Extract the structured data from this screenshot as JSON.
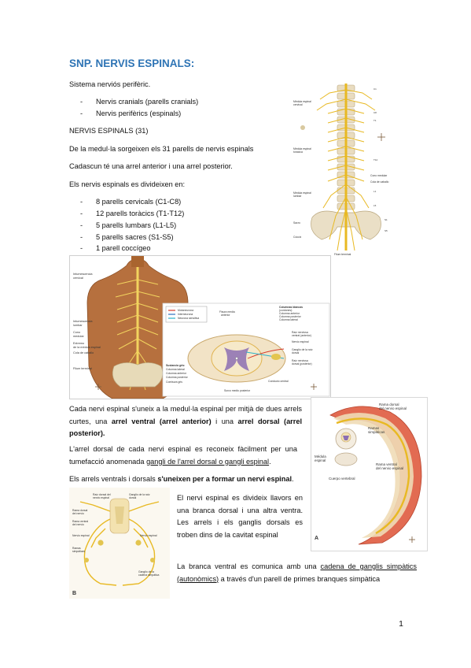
{
  "title": "SNP. NERVIS ESPINALS:",
  "intro": "Sistema nerviós perifèric.",
  "system_list": [
    "Nervis cranials (parells cranials)",
    "Nervis perifèrics (espinals)"
  ],
  "heading_espinals": "NERVIS ESPINALS (31)",
  "para1": "De la medul·la sorgeixen els 31 parells de nervis espinals",
  "para2": "Cadascun té una arrel anterior i una arrel posterior.",
  "para3": "Els nervis espinals es divideixen en:",
  "pairs_list": [
    "8 parells cervicals (C1-C8)",
    "12 parells toràcics (T1-T12)",
    "5 parells lumbars (L1-L5)",
    "5 parells sacres (S1-S5)",
    "1 parell coccígeo"
  ],
  "para4": {
    "t1": "Cada nervi espinal s'uneix a la medul·la espinal per mitjà de dues arrels curtes, una ",
    "b1": "arrel ventral (arrel anterior)",
    "t2": " i una ",
    "b2": "arrel dorsal (arrel posterior).",
    "t3": ""
  },
  "para5": {
    "t1": "L'arrel dorsal de cada nervi espinal es reconeix fàcilment per una tumefacció anomenada ",
    "u1": "gangli de l'arrel dorsal o gangli espinal",
    "t2": "."
  },
  "para6": {
    "t1": "Els arrels ventrals i dorsals ",
    "b1": "s'uneixen per a formar un nervi espinal",
    "t2": "."
  },
  "para7": "El nervi espinal es divideix llavors en una branca dorsal i una altra ventra. Les arrels i els ganglis dorsals es troben dins de la cavitat espinal",
  "para8": {
    "t1": "La branca ventral es comunica amb una ",
    "u1": "cadena de ganglis simpàtics (autonòmics)",
    "t2": " a través d'un parell de primes branques simpàtica"
  },
  "fig_spine": {
    "labels_left": [
      "Médula espinal cervical",
      "Médula espinal torácica",
      "Cono medular",
      "Cola de caballo",
      "Médula espinal lumbar",
      "Sacro",
      "Cóccix"
    ],
    "bottom_label": "Filum terminal"
  },
  "fig_back": {
    "labels_left": [
      "Intumescencia cervical",
      "Intumescencia lumbar",
      "Cono medular",
      "Extremo de la médula espinal",
      "Cola de caballo",
      "Filum terminal"
    ],
    "legend": [
      "Motoneurona",
      "Interneurona",
      "Neurona sensitiva"
    ],
    "labels_section": [
      "Fisura media anterior",
      "Columnas blancas (cordones)",
      "Columna anterior",
      "Columna posterior",
      "Columna lateral",
      "Raíz nerviosa ventral (anterior)",
      "Nervio espinal",
      "Ganglio de la raíz dorsal",
      "Raíz nerviosa dorsal",
      "Sustancia gris:",
      "Columna lateral",
      "Columna anterior",
      "Columna posterior",
      "Comisura gris",
      "Conducto central",
      "Surco medio posterior"
    ]
  },
  "fig_ring": {
    "labels": [
      "Rama dorsal del nervio espinal",
      "Ramas simpáticas",
      "Médula espinal",
      "Rama ventral del nervio espinal",
      "Cuerpo vertebral"
    ],
    "letter": "A"
  },
  "fig_ganglia": {
    "labels": [
      "Raíz dorsal del nervio espinal",
      "Ganglio de la raíz dorsal",
      "Rama dorsal del nervio espinal",
      "Rama ventral del nervio espinal",
      "Nervio espinal",
      "Ramas simpáticas",
      "Nervio espinal",
      "Ganglio de la cadena simpática"
    ],
    "letter": "B"
  },
  "page_number": "1"
}
